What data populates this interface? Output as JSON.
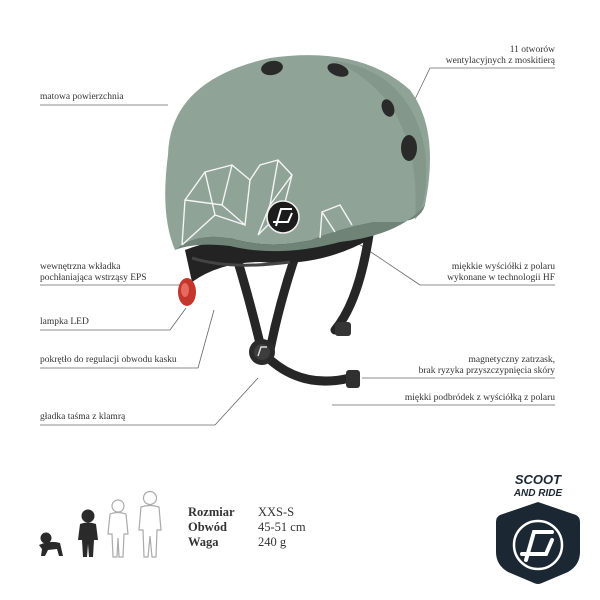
{
  "colors": {
    "helmet": "#8fa397",
    "helmet_dark": "#6f8377",
    "strap": "#2a2a2a",
    "line": "#555555",
    "text": "#333333",
    "led": "#d0392f",
    "logo_dark": "#1b2733"
  },
  "callouts": {
    "surface": "matowa powierzchnia",
    "vents_1": "11 otworów",
    "vents_2": "wentylacyjnych z moskitierą",
    "liner_1": "wewnętrzna wkładka",
    "liner_2": "pochłaniająca wstrząsy EPS",
    "padding_1": "miękkie wyściółki z polaru",
    "padding_2": "wykonane w technologii HF",
    "led": "lampka LED",
    "dial": "pokrętło do regulacji obwodu kasku",
    "magnet_1": "magnetyczny zatrzask,",
    "magnet_2": "brak  ryzyka przyszczypnięcia skóry",
    "chin": "miękki podbródek z wyściółką z polaru",
    "strap": "gładka taśma z klamrą"
  },
  "specs": {
    "size_label": "Rozmiar",
    "size_value": "XXS-S",
    "circ_label": "Obwód",
    "circ_value": "45-51 cm",
    "weight_label": "Waga",
    "weight_value": "240 g"
  },
  "brand": {
    "line1": "SCOOT",
    "line2": "AND RIDE"
  },
  "icons": [
    "helmet-illustration",
    "crawling-baby-icon",
    "toddler-icon",
    "child-outline-icon",
    "older-child-outline-icon",
    "scoot-and-ride-logo"
  ]
}
